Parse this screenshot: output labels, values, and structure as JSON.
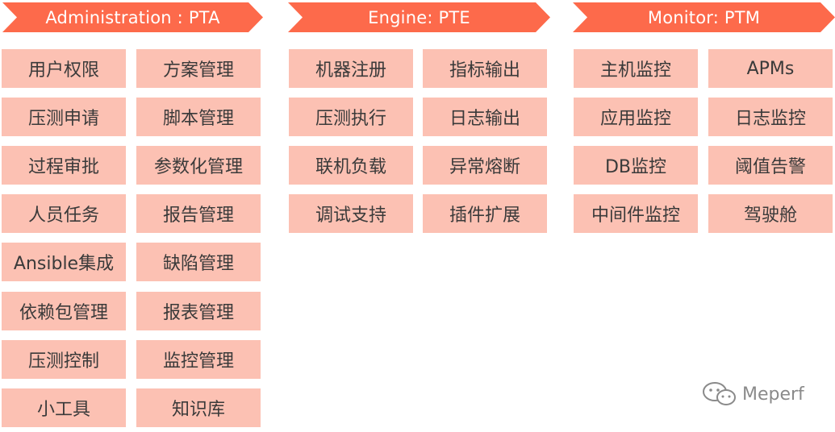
{
  "columns": [
    {
      "header": "Administration : PTA",
      "left": [
        "用户权限",
        "压测申请",
        "过程审批",
        "人员任务",
        "Ansible集成",
        "依赖包管理",
        "压测控制",
        "小工具"
      ],
      "right": [
        "方案管理",
        "脚本管理",
        "参数化管理",
        "报告管理",
        "缺陷管理",
        "报表管理",
        "监控管理",
        "知识库"
      ]
    },
    {
      "header": "Engine: PTE",
      "left": [
        "机器注册",
        "压测执行",
        "联机负载",
        "调试支持"
      ],
      "right": [
        "指标输出",
        "日志输出",
        "异常熔断",
        "插件扩展"
      ]
    },
    {
      "header": "Monitor: PTM",
      "left": [
        "主机监控",
        "应用监控",
        "DB监控",
        "中间件监控"
      ],
      "right": [
        "APMs",
        "日志监控",
        "阈值告警",
        "驾驶舱"
      ]
    }
  ],
  "watermark": {
    "text": "Meperf",
    "icon": "wechat-icon"
  },
  "colors": {
    "header": "#fd6a4b",
    "cell": "#fcc1b3",
    "text": "#3a3a3a"
  }
}
